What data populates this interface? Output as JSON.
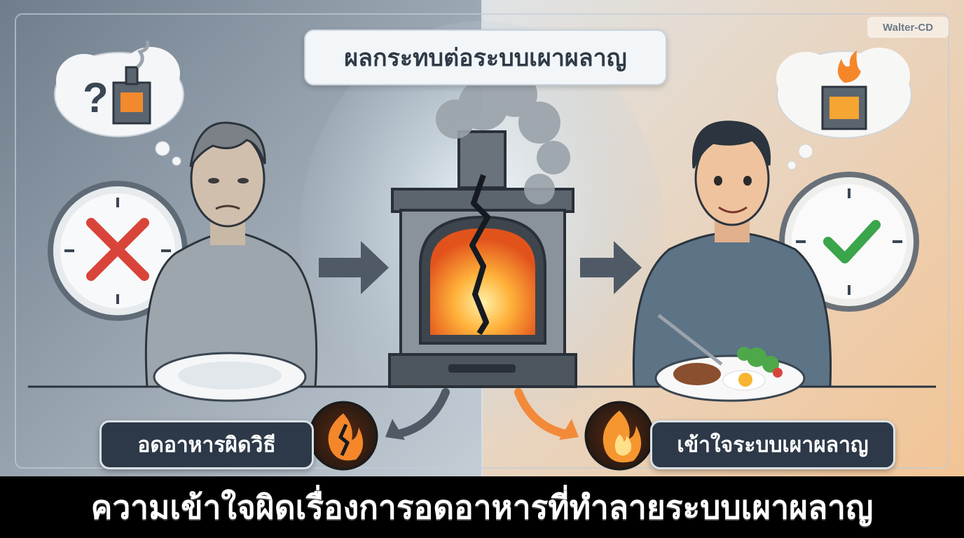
{
  "header": {
    "title": "ผลกระทบต่อระบบเผาผลาญ"
  },
  "watermark": "Walter-CD",
  "left_panel": {
    "label": "อดอาหารผิดวิธี",
    "clock_mark": "x-mark-icon",
    "thought_symbol": "?"
  },
  "right_panel": {
    "label": "เข้าใจระบบเผาผลาญ",
    "clock_mark": "check-mark-icon"
  },
  "caption": "ความเข้าใจผิดเรื่องการอดอาหารที่ทำลายระบบเผาผลาญ",
  "colors": {
    "left_bg": "#8e9ba8",
    "right_bg": "#f2c49a",
    "pill_bg": "#2d3948",
    "x_mark": "#d9443a",
    "check_mark": "#3aa54a",
    "fire": "#f5872a"
  }
}
